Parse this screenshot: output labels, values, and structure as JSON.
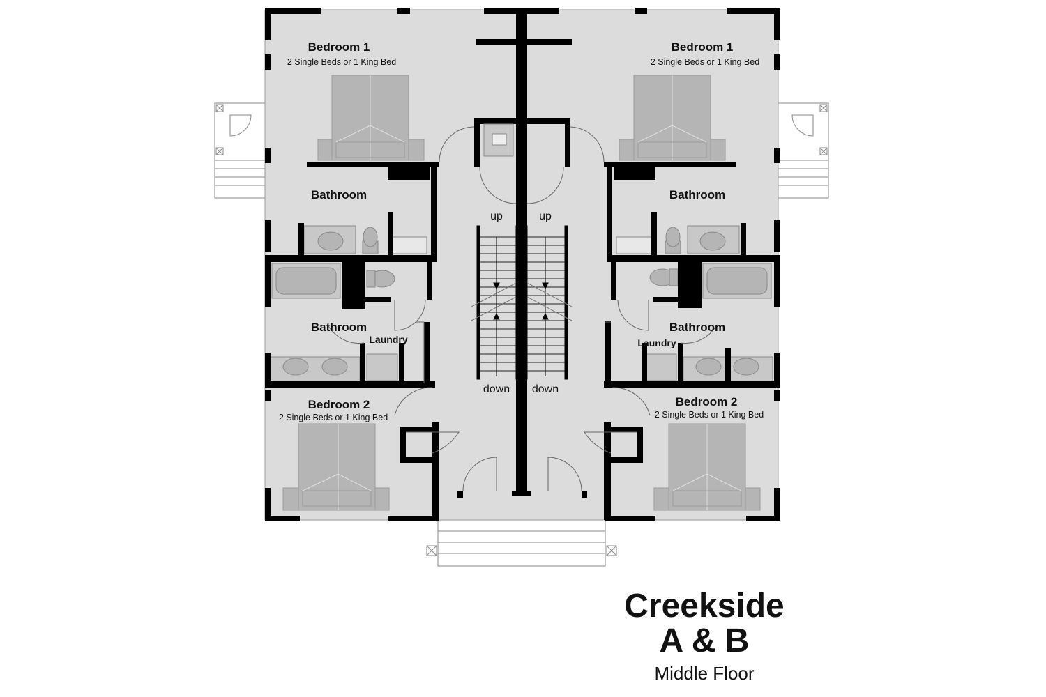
{
  "title": {
    "line1": "Creekside",
    "line2": "A & B",
    "subtitle": "Middle Floor"
  },
  "rooms": {
    "left": {
      "bedroom1": {
        "name": "Bedroom 1",
        "beds": "2 Single Beds or 1 King Bed"
      },
      "bathroom_upper": {
        "name": "Bathroom"
      },
      "bathroom_lower": {
        "name": "Bathroom"
      },
      "laundry": {
        "name": "Laundry"
      },
      "bedroom2": {
        "name": "Bedroom 2",
        "beds": "2 Single Beds or 1 King Bed"
      }
    },
    "right": {
      "bedroom1": {
        "name": "Bedroom 1",
        "beds": "2 Single Beds or 1 King Bed"
      },
      "bathroom_upper": {
        "name": "Bathroom"
      },
      "bathroom_lower": {
        "name": "Bathroom"
      },
      "laundry": {
        "name": "Laundry"
      },
      "bedroom2": {
        "name": "Bedroom 2",
        "beds": "2 Single Beds or 1 King Bed"
      }
    }
  },
  "stairs": {
    "left": {
      "up": "up",
      "down": "down"
    },
    "right": {
      "up": "up",
      "down": "down"
    }
  },
  "colors": {
    "floor": "#dcdcdc",
    "wall": "#000000",
    "fixture": "#b5b5b5",
    "outline": "#8a8a8a"
  }
}
